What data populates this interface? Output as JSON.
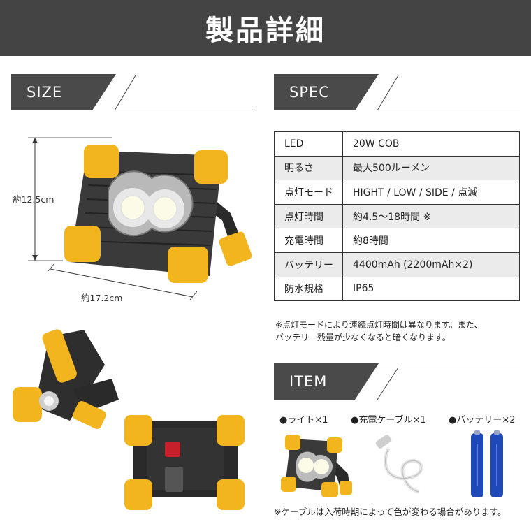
{
  "page_title": "製品詳細",
  "sections": {
    "size": "SIZE",
    "spec": "SPEC",
    "item": "ITEM"
  },
  "dimensions": {
    "height": "約12.5cm",
    "width": "約17.2cm"
  },
  "spec_rows": [
    {
      "key": "LED",
      "value": "20W COB"
    },
    {
      "key": "明るさ",
      "value": "最大500ルーメン"
    },
    {
      "key": "点灯モード",
      "value": "HIGHT / LOW / SIDE / 点滅"
    },
    {
      "key": "点灯時間",
      "value": "約4.5〜18時間 ※"
    },
    {
      "key": "充電時間",
      "value": "約8時間"
    },
    {
      "key": "バッテリー",
      "value": "4400mAh (2200mAh×2)"
    },
    {
      "key": "防水規格",
      "value": "IP65"
    }
  ],
  "spec_note_line1": "※点灯モードにより連続点灯時間は異なります。また、",
  "spec_note_line2": "バッテリー残量が少なくなると暗くなります。",
  "items": [
    "●ライト×1",
    "●充電ケーブル×1",
    "●バッテリー×2"
  ],
  "cable_note": "※ケーブルは入荷時期によって色が変わる場合があります。",
  "colors": {
    "accent": "#f2b51d",
    "header": "#444444",
    "body_dark": "#2a2a2a"
  }
}
